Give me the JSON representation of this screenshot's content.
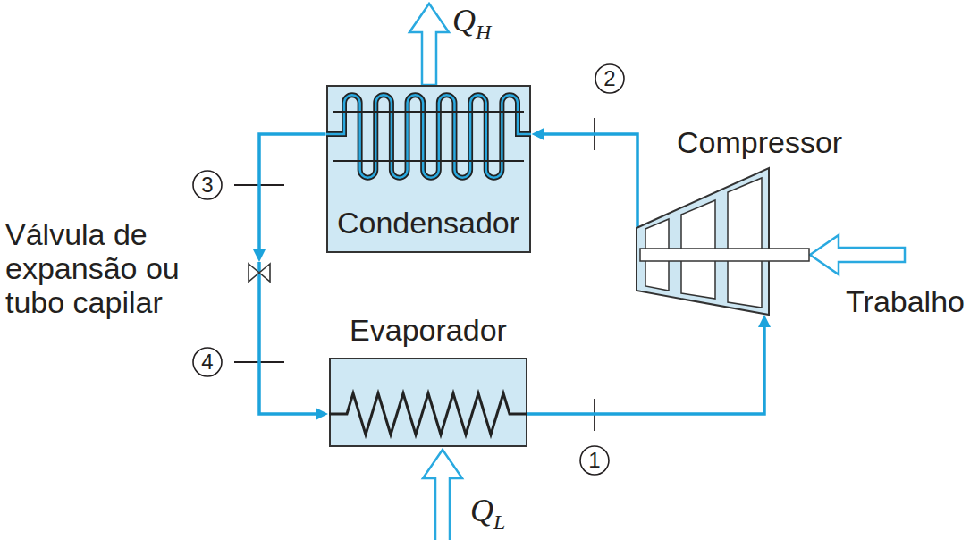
{
  "diagram": {
    "nodes": [
      {
        "text": [
          "Condensador"
        ]
      },
      {
        "text": [
          "Compressor"
        ]
      },
      {
        "text": [
          "Válvula de expansão ou tubo capilar"
        ]
      },
      {
        "text": [
          "Evaporador"
        ]
      }
    ],
    "edges": [
      {
        "from": 0,
        "to": 2,
        "arrow": "to"
      },
      {
        "from": 2,
        "to": 3,
        "arrow": "to"
      },
      {
        "from": 3,
        "to": 1,
        "arrow": "to"
      },
      {
        "from": 1,
        "to": 0,
        "arrow": "to"
      }
    ],
    "labels": [
      "QH",
      "2",
      "3",
      "4",
      "Trabalho",
      "1",
      "QL"
    ]
  }
}
